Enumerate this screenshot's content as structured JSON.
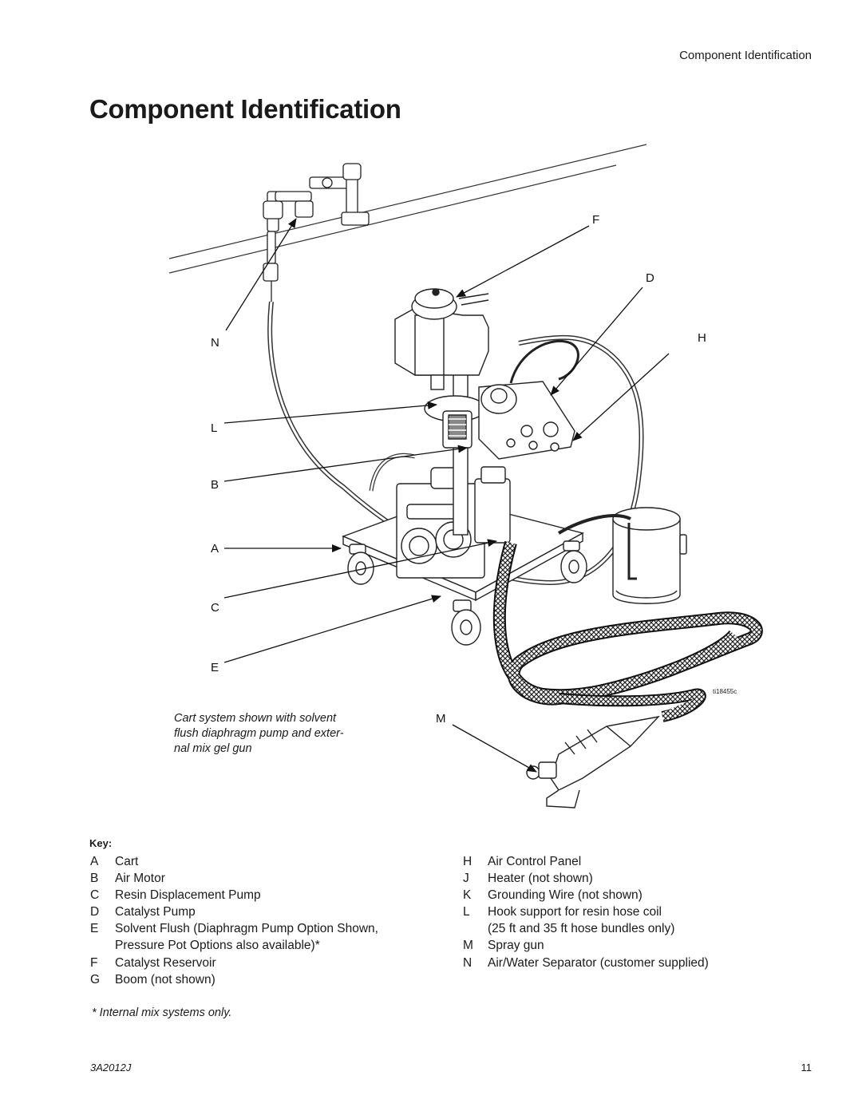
{
  "header": {
    "running_head": "Component Identification"
  },
  "title": "Component Identification",
  "figure": {
    "callouts": {
      "F": "F",
      "D": "D",
      "N": "N",
      "H": "H",
      "L": "L",
      "B": "B",
      "A": "A",
      "C": "C",
      "E": "E",
      "M": "M"
    },
    "caption": [
      "Cart system shown with solvent",
      "flush diaphragm pump and exter-",
      "nal mix gel gun"
    ],
    "figure_id": "ti18455c"
  },
  "key": {
    "title": "Key:",
    "left": [
      {
        "letter": "A",
        "lines": [
          "Cart"
        ]
      },
      {
        "letter": "B",
        "lines": [
          "Air Motor"
        ]
      },
      {
        "letter": "C",
        "lines": [
          "Resin Displacement Pump"
        ]
      },
      {
        "letter": "D",
        "lines": [
          "Catalyst Pump"
        ]
      },
      {
        "letter": "E",
        "lines": [
          "Solvent Flush (Diaphragm Pump Option Shown,",
          "Pressure Pot Options also available)*"
        ]
      },
      {
        "letter": "F",
        "lines": [
          "Catalyst Reservoir"
        ]
      },
      {
        "letter": "G",
        "lines": [
          "Boom (not shown)"
        ]
      }
    ],
    "right": [
      {
        "letter": "H",
        "lines": [
          "Air Control Panel"
        ]
      },
      {
        "letter": "J",
        "lines": [
          "Heater (not shown)"
        ]
      },
      {
        "letter": "K",
        "lines": [
          "Grounding Wire (not shown)"
        ]
      },
      {
        "letter": "L",
        "lines": [
          "Hook support for resin hose coil",
          "(25 ft and 35 ft hose bundles only)"
        ]
      },
      {
        "letter": "M",
        "lines": [
          "Spray gun"
        ]
      },
      {
        "letter": "N",
        "lines": [
          "Air/Water Separator (customer supplied)"
        ]
      }
    ]
  },
  "footnote": "* Internal mix systems only.",
  "footer": {
    "doc_id": "3A2012J",
    "page_number": "11"
  }
}
